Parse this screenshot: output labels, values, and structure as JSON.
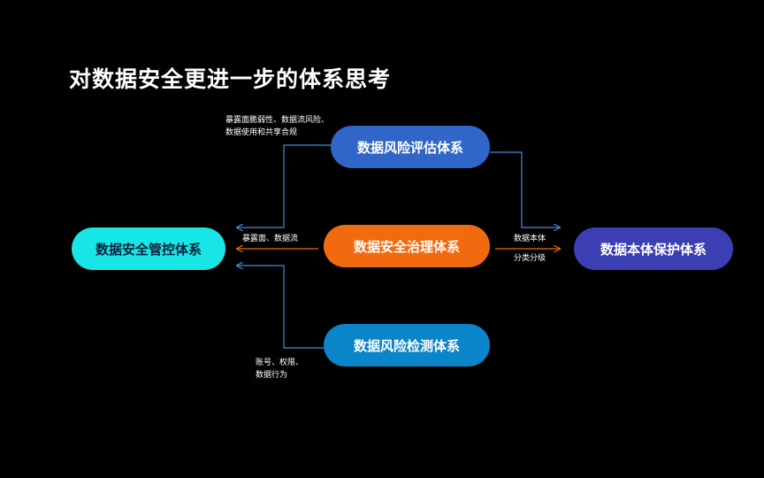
{
  "title": "对数据安全更进一步的体系思考",
  "nodes": {
    "risk_assessment": "数据风险评估体系",
    "governance": "数据安全治理体系",
    "risk_detection": "数据风险检测体系",
    "security_control": "数据安全管控体系",
    "data_protection": "数据本体保护体系"
  },
  "labels": {
    "top": [
      "暴露面脆弱性、数据流风险、",
      "数据使用和共享合规"
    ],
    "middle_left": "暴露面、数据流",
    "bottom": [
      "账号、权限、",
      "数据行为"
    ],
    "right_top": "数据本体",
    "right_bottom": "分类分级"
  },
  "colors": {
    "background": "#000000",
    "risk_assessment": "#2f66c8",
    "governance": "#f26a0f",
    "risk_detection": "#0a85c9",
    "security_control": "#18e6e6",
    "data_protection": "#3c3fb3",
    "blue_line": "#4a8bd6",
    "orange_line": "#f26a0f"
  }
}
